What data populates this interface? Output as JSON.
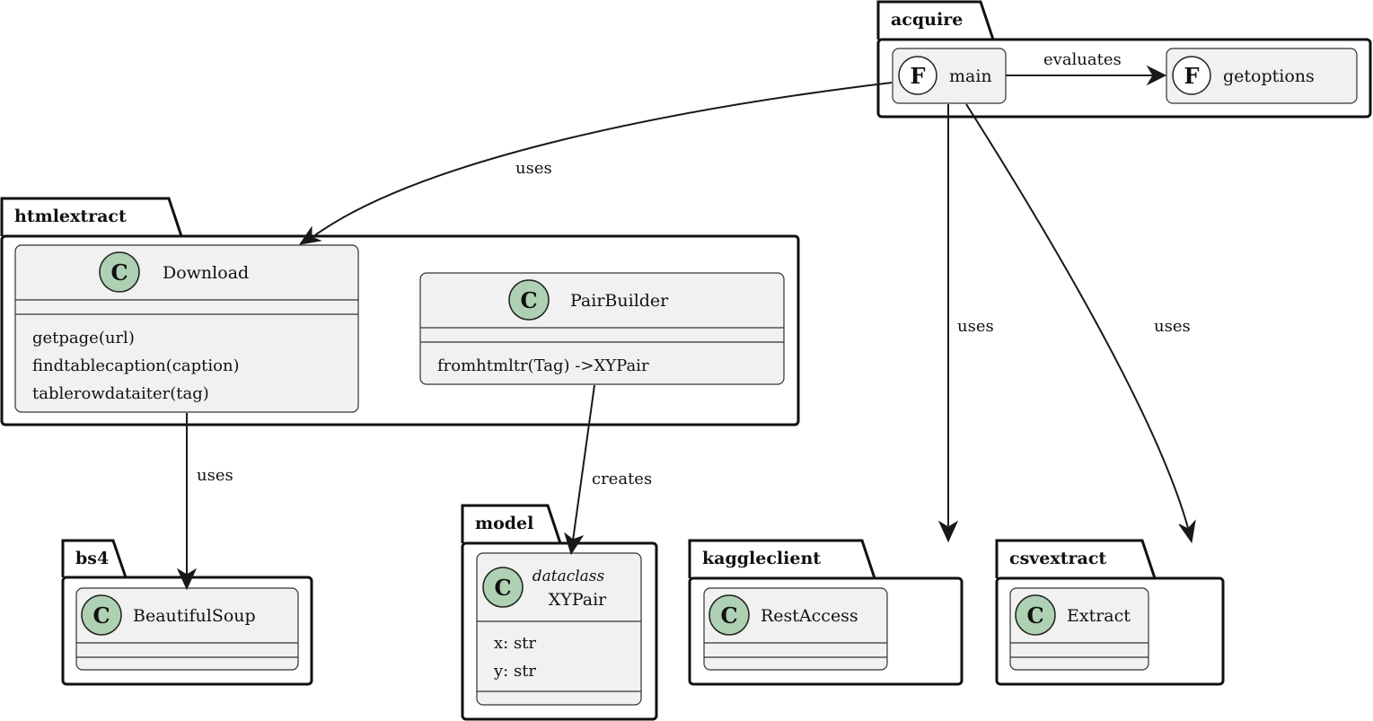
{
  "packages": {
    "acquire": "acquire",
    "htmlextract": "htmlextract",
    "bs4": "bs4",
    "model": "model",
    "kaggleclient": "kaggleclient",
    "csvextract": "csvextract"
  },
  "elements": {
    "main": {
      "icon": "F",
      "name": "main"
    },
    "getoptions": {
      "icon": "F",
      "name": "getoptions"
    },
    "download": {
      "icon": "C",
      "name": "Download",
      "methods": [
        "getpage(url)",
        "findtablecaption(caption)",
        "tablerowdataiter(tag)"
      ]
    },
    "pairbuilder": {
      "icon": "C",
      "name": "PairBuilder",
      "methods": [
        "fromhtmltr(Tag) ->XYPair"
      ]
    },
    "beautifulsoup": {
      "icon": "C",
      "name": "BeautifulSoup"
    },
    "xypair": {
      "icon": "C",
      "stereotype": "dataclass",
      "name": "XYPair",
      "fields": [
        "x: str",
        "y: str"
      ]
    },
    "restaccess": {
      "icon": "C",
      "name": "RestAccess"
    },
    "extract": {
      "icon": "C",
      "name": "Extract"
    }
  },
  "relations": {
    "main_getoptions": "evaluates",
    "main_download": "uses",
    "main_kaggleclient": "uses",
    "main_csvextract": "uses",
    "download_bs4": "uses",
    "pairbuilder_xypair": "creates"
  },
  "colors": {
    "class_icon": "#add1b2",
    "function_icon": "#ffffff",
    "class_fill": "#f1f1f1"
  }
}
